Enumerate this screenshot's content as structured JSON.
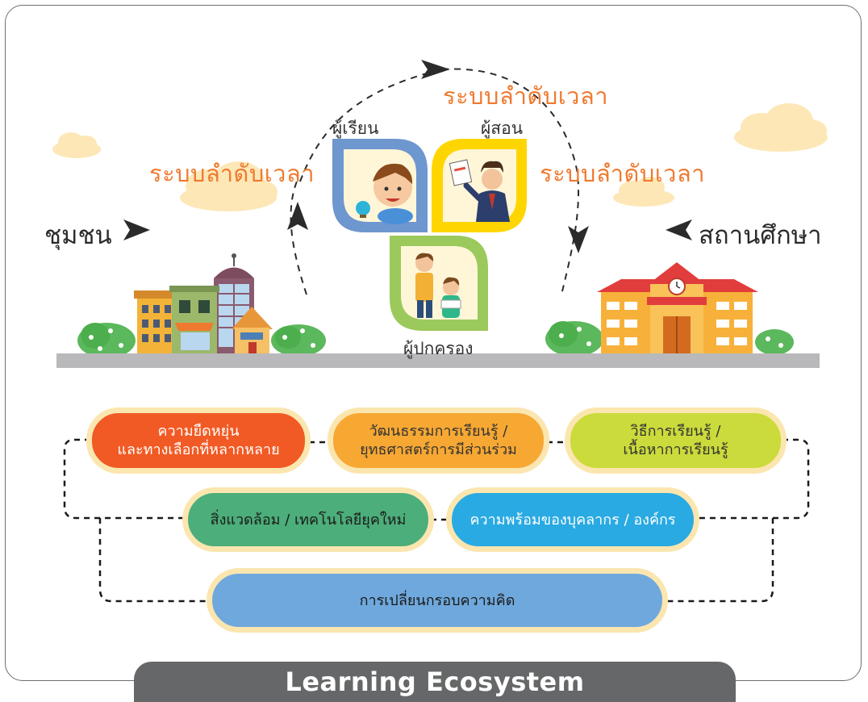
{
  "title": "Learning Ecosystem",
  "cycle_label": "ระบบลำดับเวลา",
  "roles": {
    "learner": "ผู้เรียน",
    "teacher": "ผู้สอน",
    "parent": "ผู้ปกครอง"
  },
  "sides": {
    "community": "ชุมชน",
    "school": "สถานศึกษา"
  },
  "factors": {
    "flexibility_line1": "ความยืดหยุ่น",
    "flexibility_line2": "และทางเลือกที่หลากหลาย",
    "culture_line1": "วัฒนธรรมการเรียนรู้ /",
    "culture_line2": "ยุทธศาสตร์การมีส่วนร่วม",
    "methods_line1": "วิธีการเรียนรู้ /",
    "methods_line2": "เนื้อหาการเรียนรู้",
    "environment": "สิ่งแวดล้อม / เทคโนโลยียุคใหม่",
    "readiness": "ความพร้อมของบุคลากร / องค์กร",
    "mindset": "การเปลี่ยนกรอบความคิด"
  },
  "colors": {
    "flexibility": "#f15a24",
    "culture": "#f7a833",
    "methods": "#cbdb3b",
    "environment": "#4cae7a",
    "readiness": "#29aae2",
    "mindset": "#6fa8dc",
    "pill_border": "#fbe6b0",
    "cycle_text": "#ef7a2f",
    "learner_frame": "#6e96cf",
    "teacher_frame": "#ffd500",
    "parent_frame": "#9cc95b",
    "title_bar": "#666768"
  },
  "icons": [
    "cloud-icon",
    "community-buildings-icon",
    "school-building-icon",
    "bush-icon",
    "learner-boy-icon",
    "teacher-man-icon",
    "parent-child-icon",
    "arrow-right-icon",
    "arrow-left-icon"
  ]
}
